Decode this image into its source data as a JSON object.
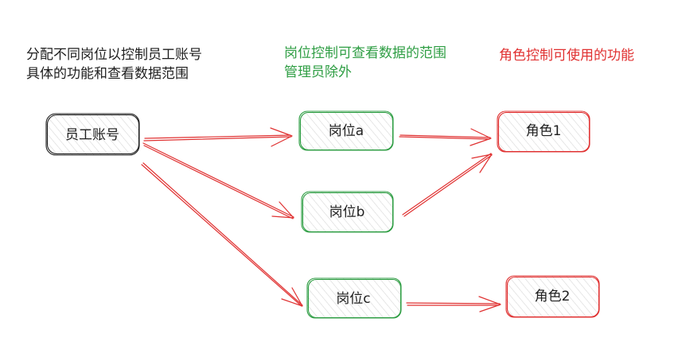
{
  "notes": {
    "left": {
      "lines": [
        "分配不同岗位以控制员工账号",
        "具体的功能和查看数据范围"
      ],
      "color": "#1e1e1e"
    },
    "middle": {
      "lines": [
        "岗位控制可查看数据的范围",
        "管理员除外"
      ],
      "color": "#2f9e44"
    },
    "right": {
      "lines": [
        "角色控制可使用的功能"
      ],
      "color": "#e03131"
    }
  },
  "nodes": {
    "employee": {
      "label": "员工账号",
      "stroke": "#1e1e1e"
    },
    "post_a": {
      "label": "岗位a",
      "stroke": "#2f9e44"
    },
    "post_b": {
      "label": "岗位b",
      "stroke": "#2f9e44"
    },
    "post_c": {
      "label": "岗位c",
      "stroke": "#2f9e44"
    },
    "role_1": {
      "label": "角色1",
      "stroke": "#e03131"
    },
    "role_2": {
      "label": "角色2",
      "stroke": "#e03131"
    }
  },
  "colors": {
    "arrow": "#e03131",
    "hatch": "#d4d4d4"
  },
  "edges": [
    {
      "from": "employee",
      "to": "post_a"
    },
    {
      "from": "employee",
      "to": "post_b"
    },
    {
      "from": "employee",
      "to": "post_c"
    },
    {
      "from": "post_a",
      "to": "role_1"
    },
    {
      "from": "post_b",
      "to": "role_1"
    },
    {
      "from": "post_c",
      "to": "role_2"
    }
  ]
}
